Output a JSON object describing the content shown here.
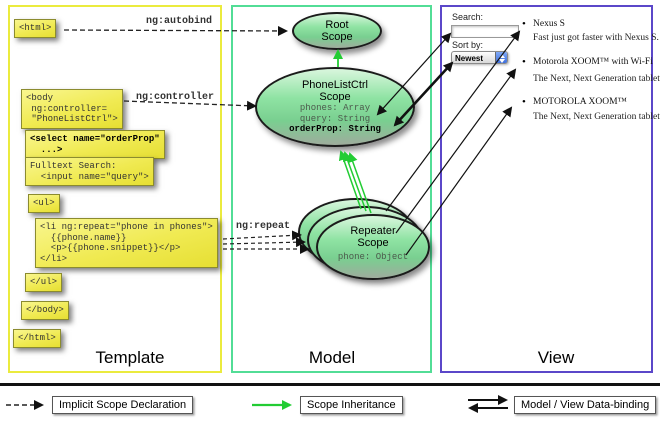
{
  "colors": {
    "template_border": "#ebeb3e",
    "model_border": "#52dd96",
    "view_border": "#5b47c9",
    "code_box_fill": "#f0ea52",
    "scope_fill_green": "#7fd996",
    "inheritance_arrow_green": "#22cc33"
  },
  "columns": {
    "template_label": "Template",
    "model_label": "Model",
    "view_label": "View"
  },
  "connectors": {
    "autobind": "ng:autobind",
    "controller": "ng:controller",
    "repeat": "ng:repeat"
  },
  "template": {
    "boxes": [
      {
        "name": "html-open",
        "text": "<html>"
      },
      {
        "name": "body-open",
        "text": "<body\n ng:controller=\n \"PhoneListCtrl\">"
      },
      {
        "name": "select-orderprop",
        "text": "<select name=\"orderProp\"\n  ...>"
      },
      {
        "name": "fulltext-search",
        "text": "Fulltext Search:\n  <input name=\"query\">"
      },
      {
        "name": "ul-open",
        "text": "<ul>"
      },
      {
        "name": "li-repeat",
        "text": "<li ng:repeat=\"phone in phones\">\n  {{phone.name}}\n  <p>{{phone.snippet}}</p>\n</li>"
      },
      {
        "name": "ul-close",
        "text": "</ul>"
      },
      {
        "name": "body-close",
        "text": "</body>"
      },
      {
        "name": "html-close",
        "text": "</html>"
      }
    ]
  },
  "model": {
    "root_scope": {
      "title": "Root\nScope"
    },
    "controller_scope": {
      "title": "PhoneListCtrl\nScope",
      "props": [
        "phones: Array",
        "query: String"
      ],
      "bold_prop": "orderProp: String"
    },
    "repeater_scope": {
      "title": "Repeater\nScope",
      "prop": "phone: Object"
    }
  },
  "view": {
    "search_label": "Search:",
    "search_value": "",
    "sort_label": "Sort by:",
    "sort_value": "Newest",
    "items": [
      {
        "title": "Nexus S",
        "desc": "Fast just got faster with Nexus S."
      },
      {
        "title": "Motorola XOOM™ with Wi-Fi",
        "desc": "The Next, Next Generation tablet."
      },
      {
        "title": "MOTOROLA XOOM™",
        "desc": "The Next, Next Generation tablet."
      }
    ]
  },
  "legend": {
    "implicit": "Implicit Scope Declaration",
    "inheritance": "Scope Inheritance",
    "databinding": "Model / View Data-binding"
  }
}
